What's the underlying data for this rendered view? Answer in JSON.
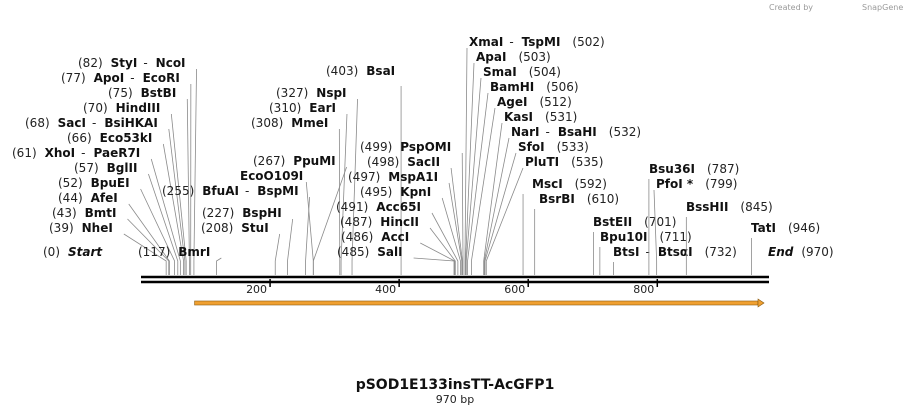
{
  "credit": {
    "created_by": "Created by",
    "brand": "SnapGene"
  },
  "title": "pSOD1E133insTT-AcGFP1",
  "length_label": "970 bp",
  "map": {
    "length": 970,
    "ticks": [
      200,
      400,
      600,
      800
    ]
  },
  "feature": {
    "name": "",
    "start": 83,
    "end": 970,
    "color": "#f0a030"
  },
  "sites": [
    {
      "pos": 0,
      "parts": [
        "Start"
      ],
      "kind": "end"
    },
    {
      "pos": 39,
      "parts": [
        "NheI"
      ]
    },
    {
      "pos": 43,
      "parts": [
        "BmtI"
      ]
    },
    {
      "pos": 44,
      "parts": [
        "AfeI"
      ]
    },
    {
      "pos": 52,
      "parts": [
        "BpuEI"
      ]
    },
    {
      "pos": 57,
      "parts": [
        "BglII"
      ]
    },
    {
      "pos": 61,
      "parts": [
        "XhoI",
        "PaeR7I"
      ]
    },
    {
      "pos": 66,
      "parts": [
        "Eco53kI"
      ]
    },
    {
      "pos": 68,
      "parts": [
        "SacI",
        "BsiHKAI"
      ]
    },
    {
      "pos": 70,
      "parts": [
        "HindIII"
      ]
    },
    {
      "pos": 75,
      "parts": [
        "BstBI"
      ]
    },
    {
      "pos": 77,
      "parts": [
        "ApoI",
        "EcoRI"
      ]
    },
    {
      "pos": 82,
      "parts": [
        "StyI",
        "NcoI"
      ]
    },
    {
      "pos": 117,
      "parts": [
        "BmrI"
      ],
      "pos_first": true
    },
    {
      "pos": 255,
      "parts": [
        "BfuAI",
        "BspMI"
      ],
      "pos_first": true
    },
    {
      "pos": 208,
      "parts": [
        "StuI"
      ]
    },
    {
      "pos": 227,
      "parts": [
        "BspHI"
      ]
    },
    {
      "pos": 267,
      "parts": [
        "EcoO109I"
      ],
      "nopos": true
    },
    {
      "pos": 267,
      "parts": [
        "PpuMI"
      ]
    },
    {
      "pos": 308,
      "parts": [
        "MmeI"
      ]
    },
    {
      "pos": 310,
      "parts": [
        "EarI"
      ]
    },
    {
      "pos": 327,
      "parts": [
        "NspI"
      ]
    },
    {
      "pos": 403,
      "parts": [
        "BsaI"
      ],
      "pos_first": true
    },
    {
      "pos": 485,
      "parts": [
        "SalI"
      ]
    },
    {
      "pos": 486,
      "parts": [
        "AccI"
      ]
    },
    {
      "pos": 487,
      "parts": [
        "HincII"
      ]
    },
    {
      "pos": 491,
      "parts": [
        "Acc65I"
      ]
    },
    {
      "pos": 495,
      "parts": [
        "KpnI"
      ]
    },
    {
      "pos": 497,
      "parts": [
        "MspA1I"
      ]
    },
    {
      "pos": 498,
      "parts": [
        "SacII"
      ]
    },
    {
      "pos": 499,
      "parts": [
        "PspOMI"
      ]
    },
    {
      "pos": 502,
      "parts": [
        "XmaI",
        "TspMI"
      ]
    },
    {
      "pos": 503,
      "parts": [
        "ApaI"
      ]
    },
    {
      "pos": 504,
      "parts": [
        "SmaI"
      ]
    },
    {
      "pos": 506,
      "parts": [
        "BamHI"
      ]
    },
    {
      "pos": 512,
      "parts": [
        "AgeI"
      ]
    },
    {
      "pos": 531,
      "parts": [
        "KasI"
      ]
    },
    {
      "pos": 532,
      "parts": [
        "NarI",
        "BsaHI"
      ]
    },
    {
      "pos": 533,
      "parts": [
        "SfoI"
      ]
    },
    {
      "pos": 535,
      "parts": [
        "PluTI"
      ]
    },
    {
      "pos": 592,
      "parts": [
        "MscI"
      ]
    },
    {
      "pos": 610,
      "parts": [
        "BsrBI"
      ]
    },
    {
      "pos": 701,
      "parts": [
        "BstEII"
      ]
    },
    {
      "pos": 711,
      "parts": [
        "Bpu10I"
      ]
    },
    {
      "pos": 732,
      "parts": [
        "BtsI",
        "BtsαI"
      ]
    },
    {
      "pos": 787,
      "parts": [
        "Bsu36I"
      ]
    },
    {
      "pos": 799,
      "parts": [
        "PfoI *"
      ]
    },
    {
      "pos": 845,
      "parts": [
        "BssHII"
      ]
    },
    {
      "pos": 946,
      "parts": [
        "TatI"
      ]
    },
    {
      "pos": 970,
      "parts": [
        "End"
      ],
      "kind": "end"
    }
  ]
}
